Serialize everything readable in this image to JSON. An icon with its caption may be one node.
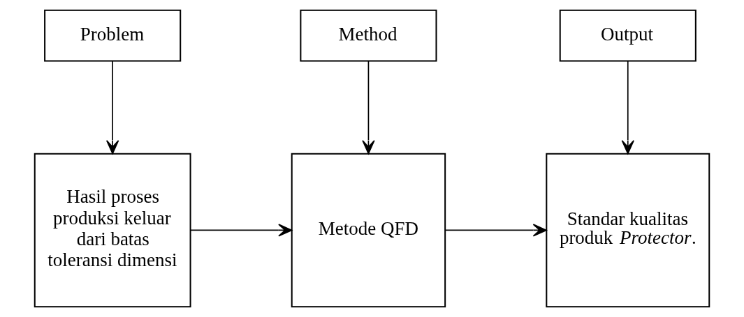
{
  "diagram": {
    "nodes": [
      {
        "text": [
          "Problem"
        ]
      },
      {
        "text": [
          "Method"
        ]
      },
      {
        "text": [
          "Output"
        ]
      },
      {
        "text": [
          "Hasil proses produksi keluar dari batas toleransi dimensi"
        ]
      },
      {
        "text": [
          "Metode QFD"
        ]
      },
      {
        "text": [
          "Standar kualitas produk *Protector*."
        ]
      }
    ],
    "edges": [
      {
        "from": 0,
        "to": 3,
        "arrow": "to"
      },
      {
        "from": 1,
        "to": 4,
        "arrow": "to"
      },
      {
        "from": 2,
        "to": 5,
        "arrow": "to"
      },
      {
        "from": 3,
        "to": 4,
        "arrow": "to"
      },
      {
        "from": 4,
        "to": 5,
        "arrow": "to"
      }
    ]
  }
}
